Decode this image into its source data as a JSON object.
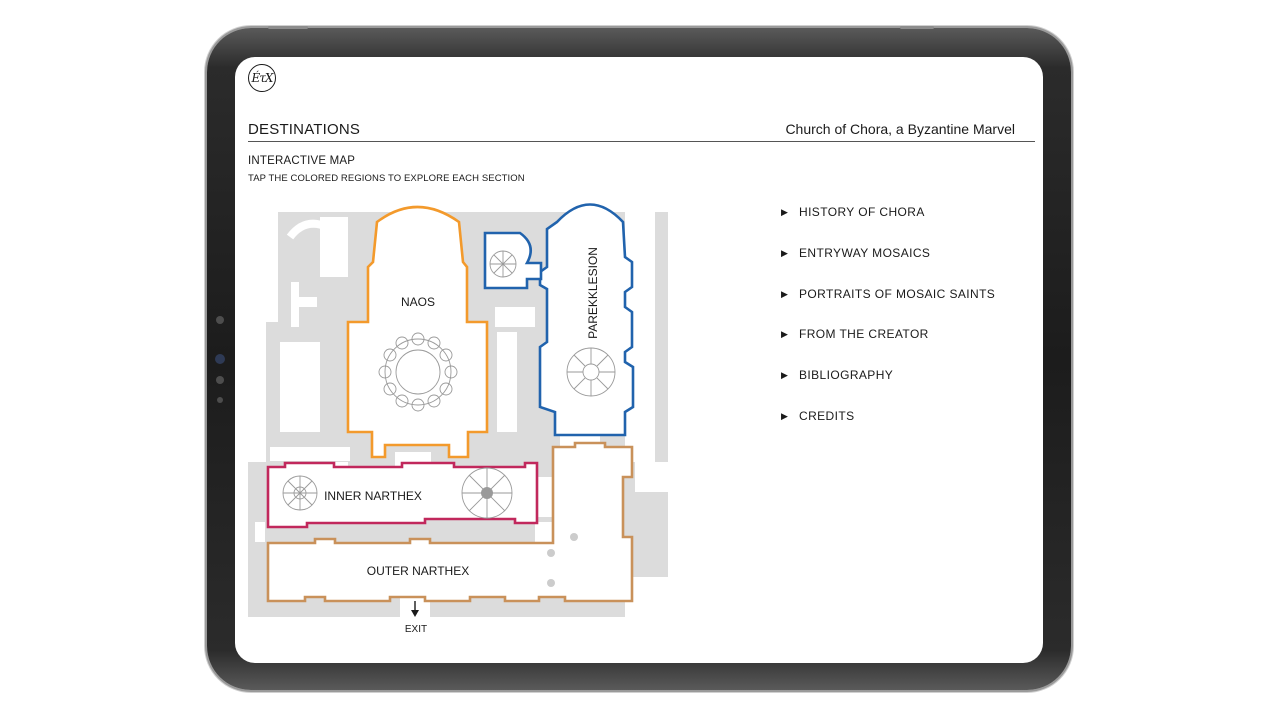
{
  "app": {
    "logo_text": "ÉτX"
  },
  "header": {
    "section_title": "DESTINATIONS",
    "page_title": "Church of Chora, a Byzantine Marvel"
  },
  "map": {
    "title": "INTERACTIVE MAP",
    "subtitle": "TAP THE COLORED REGIONS TO EXPLORE EACH SECTION",
    "regions": {
      "naos": {
        "label": "NAOS",
        "color": "#f39a2c"
      },
      "parekklesion": {
        "label": "PAREKKLESION",
        "color": "#2163ad"
      },
      "inner_narthex": {
        "label": "INNER NARTHEX",
        "color": "#c1285c"
      },
      "outer_narthex": {
        "label": "OUTER NARTHEX",
        "color": "#c9915a"
      }
    },
    "exit_label": "EXIT",
    "floor_color": "#dcdcdc"
  },
  "menu": {
    "items": [
      {
        "label": "HISTORY OF CHORA",
        "icon": "triangle-right-icon"
      },
      {
        "label": "ENTRYWAY MOSAICS",
        "icon": "triangle-right-icon"
      },
      {
        "label": "PORTRAITS OF MOSAIC SAINTS",
        "icon": "triangle-right-icon"
      },
      {
        "label": "FROM THE CREATOR",
        "icon": "triangle-right-icon"
      },
      {
        "label": "BIBLIOGRAPHY",
        "icon": "triangle-right-icon"
      },
      {
        "label": "CREDITS",
        "icon": "triangle-right-icon"
      }
    ]
  }
}
